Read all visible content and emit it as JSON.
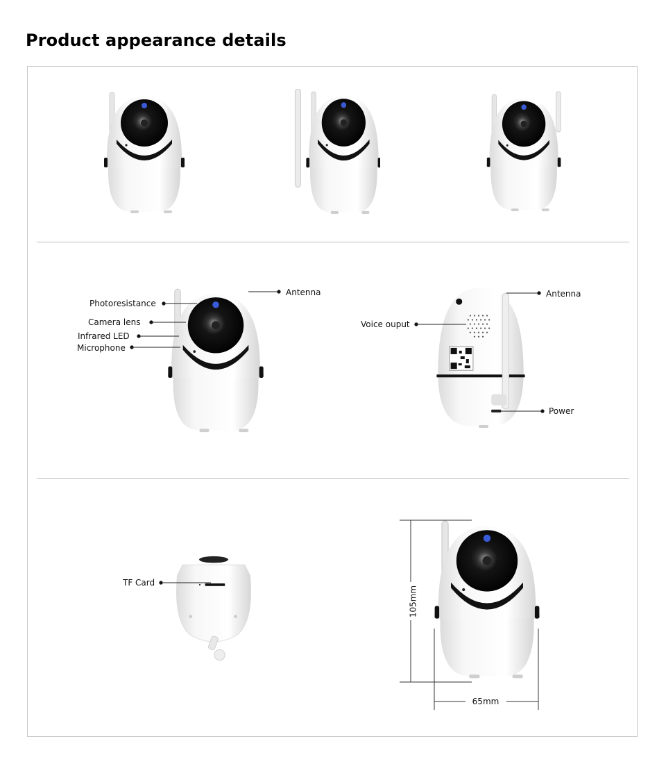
{
  "title": "Product appearance details",
  "callouts": {
    "photoresistance": "Photoresistance",
    "camera_lens": "Camera lens",
    "infrared_led": "Infrared LED",
    "microphone": "Microphone",
    "antenna_front": "Antenna",
    "antenna_back": "Antenna",
    "voice_output": "Voice ouput",
    "power": "Power",
    "tf_card": "TF Card"
  },
  "dimensions": {
    "height": "105mm",
    "width": "65mm"
  },
  "colors": {
    "body": "#f4f4f4",
    "shell_shade": "#d9d9d9",
    "lens_ring": "#0d0d0d",
    "led_blue": "#3a5bd8",
    "divider": "#bdbdbd"
  }
}
